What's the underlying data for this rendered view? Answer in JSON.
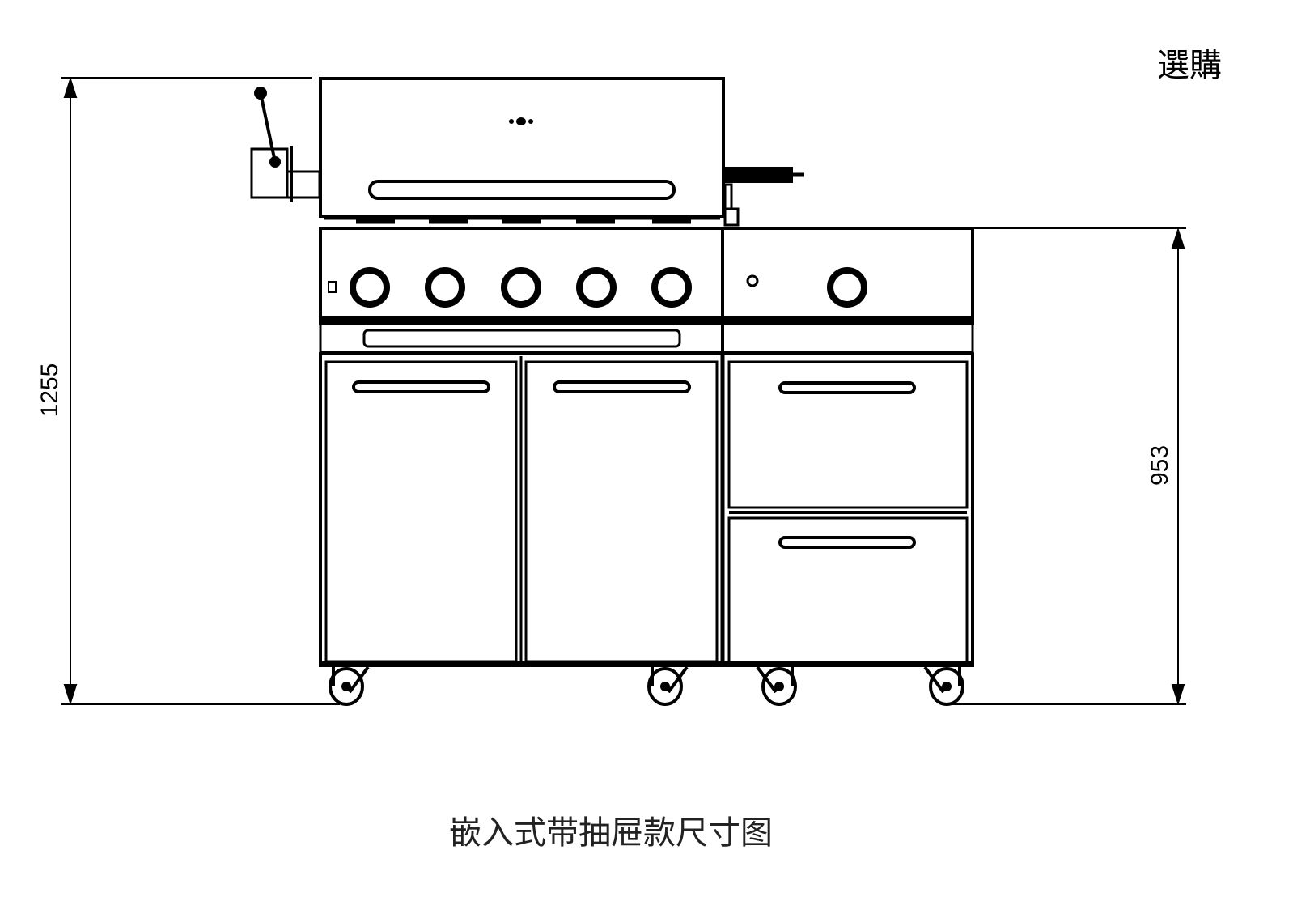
{
  "title": "選購",
  "caption": "嵌入式带抽屉款尺寸图",
  "dimensions": {
    "total_height": "1255",
    "counter_height": "953"
  }
}
